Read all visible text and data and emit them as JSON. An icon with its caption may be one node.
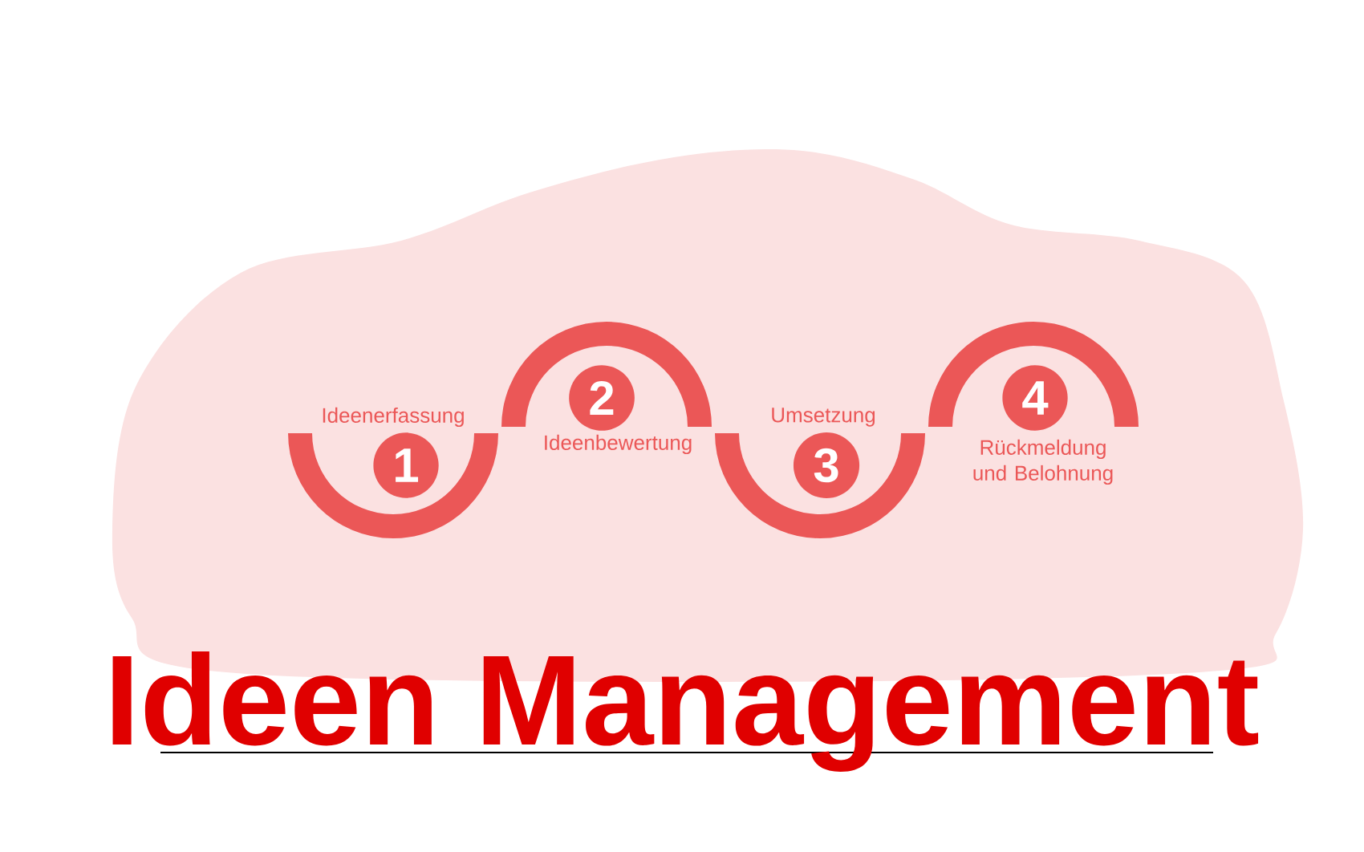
{
  "diagram": {
    "title": "Ideen Management",
    "nodes": [
      {
        "text": [
          "Ideenerfassung",
          "1"
        ]
      },
      {
        "text": [
          "2",
          "Ideenbewertung"
        ]
      },
      {
        "text": [
          "Umsetzung",
          "3"
        ]
      },
      {
        "text": [
          "4",
          "Rückmeldung und Belohnung"
        ]
      }
    ]
  }
}
